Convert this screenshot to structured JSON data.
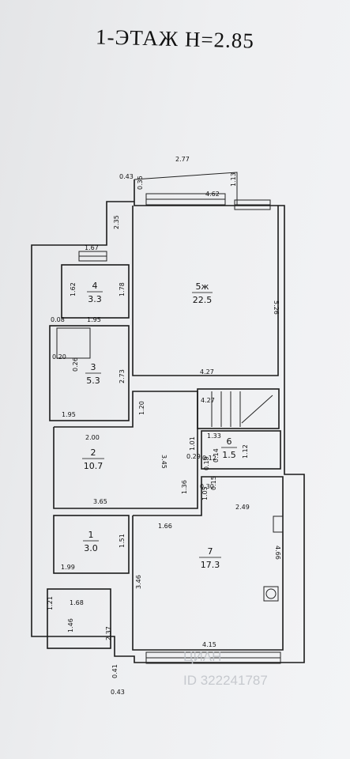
{
  "title": "1-ЭТАЖ  H=2.85",
  "rooms": [
    {
      "num": "1",
      "area": "3.0"
    },
    {
      "num": "2",
      "area": "10.7"
    },
    {
      "num": "3",
      "area": "5.3"
    },
    {
      "num": "4",
      "area": "3.3"
    },
    {
      "num": "5ж",
      "area": "22.5"
    },
    {
      "num": "6",
      "area": "1.5"
    },
    {
      "num": "7",
      "area": "17.3"
    }
  ],
  "dims": [
    "2.77",
    "0.43",
    "0.35",
    "1.13",
    "4.62",
    "2.35",
    "1.67",
    "1.62",
    "1.78",
    "5.26",
    "0.08",
    "1.95",
    "0.20",
    "0.26",
    "2.73",
    "4.27",
    "4.27",
    "1.95",
    "1.20",
    "2.00",
    "3.45",
    "1.01",
    "1.33",
    "0.29",
    "0.12",
    "0.14",
    "1.12",
    "0.19",
    "1.36",
    "0.30",
    "1.05",
    "0.15",
    "2.49",
    "3.65",
    "1.66",
    "1.51",
    "4.66",
    "1.99",
    "3.46",
    "1.21",
    "1.68",
    "1.46",
    "2.37",
    "4.15",
    "0.41",
    "0.43"
  ],
  "watermark": {
    "brand": "ЦИАН",
    "id": "ID 322241787"
  }
}
